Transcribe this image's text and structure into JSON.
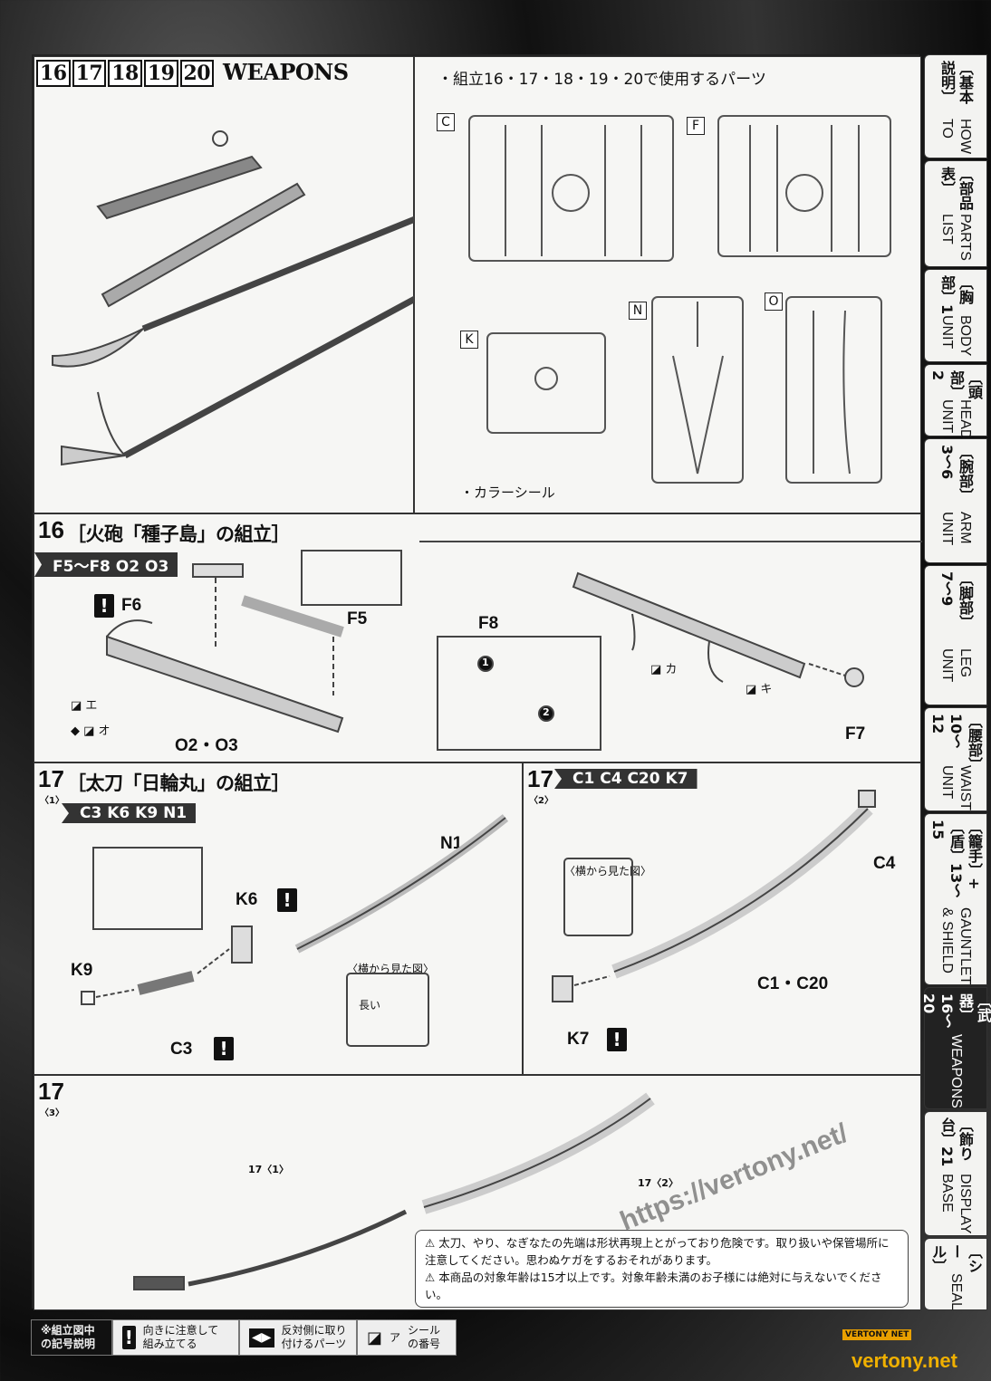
{
  "header": {
    "step_numbers": [
      "16",
      "17",
      "18",
      "19",
      "20"
    ],
    "title": "WEAPONS"
  },
  "parts_panel": {
    "title": "・組立16・17・18・19・20で使用するパーツ",
    "runners": [
      "C",
      "F",
      "K",
      "N",
      "O"
    ],
    "color_seal": "・カラーシール"
  },
  "step16": {
    "number": "16",
    "title": "［火砲「種子島」の組立］",
    "parts": "F5〜F8 O2 O3",
    "labels": {
      "f6": "F6",
      "f5": "F5",
      "o2o3": "O2・O3",
      "f8": "F8",
      "f7": "F7",
      "n1": "1",
      "n2": "2"
    },
    "stickers": [
      "エ",
      "オ",
      "カ",
      "キ"
    ]
  },
  "step17_1": {
    "number": "17",
    "sub": "〈1〉",
    "title": "［太刀「日輪丸」の組立］",
    "parts": "C3 K6 K9 N1",
    "labels": {
      "n1": "N1",
      "k6": "K6",
      "k9": "K9",
      "c3": "C3",
      "side_view": "〈横から見た図〉",
      "long": "長い"
    }
  },
  "step17_2": {
    "number": "17",
    "sub": "〈2〉",
    "parts": "C1 C4 C20 K7",
    "labels": {
      "c4": "C4",
      "c1c20": "C1・C20",
      "k7": "K7",
      "side_view": "〈横から見た図〉"
    }
  },
  "step17_3": {
    "number": "17",
    "sub": "〈3〉",
    "ref1": "17〈1〉",
    "ref2": "17〈2〉"
  },
  "warnings": [
    "太刀、やり、なぎなたの先端は形状再現上とがっており危険です。取り扱いや保管場所に注意してください。思わぬケガをするおそれがあります。",
    "本商品の対象年齢は15才以上です。対象年齢未満のお子様には絶対に与えないでください。"
  ],
  "legend": {
    "heading": "※組立図中の記号説明",
    "items": [
      {
        "icon": "exclamation-icon",
        "text": "向きに注意して組み立てる"
      },
      {
        "icon": "reverse-side-icon",
        "text": "反対側に取り付けるパーツ"
      },
      {
        "icon": "sticker-icon",
        "mark": "ア",
        "text": "シールの番号"
      }
    ]
  },
  "tabs": [
    {
      "jp": "〔基本説明〕",
      "en": "HOW TO"
    },
    {
      "jp": "〔部品表〕",
      "en": "PARTS LIST"
    },
    {
      "jp": "〔胸部〕1",
      "en": "BODY UNIT"
    },
    {
      "jp": "〔頭部〕2",
      "en": "HEAD UNIT"
    },
    {
      "jp": "〔腕部〕3〜6",
      "en": "ARM UNIT"
    },
    {
      "jp": "〔脚部〕7〜9",
      "en": "LEG UNIT"
    },
    {
      "jp": "〔腰部〕10〜12",
      "en": "WAIST UNIT"
    },
    {
      "jp": "〔籠手〕+〔盾〕13〜15",
      "en": "GAUNTLET & SHIELD"
    },
    {
      "jp": "〔武器〕16〜20",
      "en": "WEAPONS"
    },
    {
      "jp": "〔飾り台〕21",
      "en": "DISPLAY BASE"
    },
    {
      "jp": "〔シール〕",
      "en": "SEAL"
    }
  ],
  "watermarks": {
    "url": "https://vertony.net/",
    "site": "vertony.net",
    "logo": "VERTONY NET"
  }
}
